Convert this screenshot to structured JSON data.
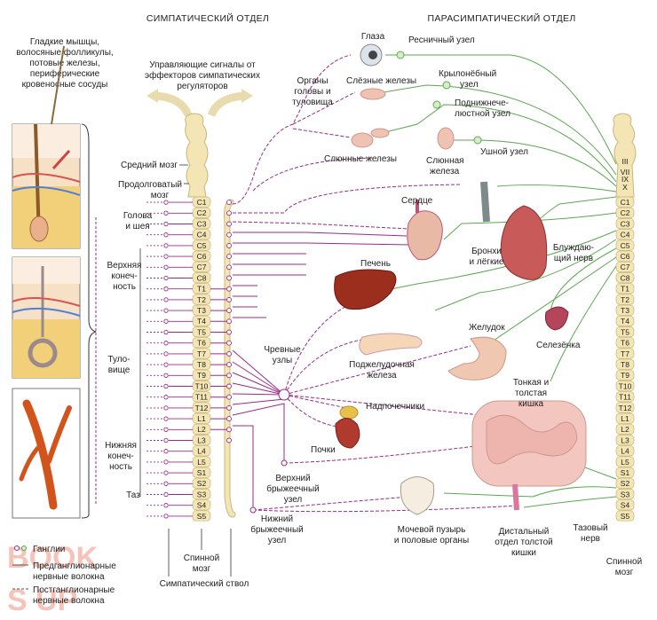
{
  "headers": {
    "sympathetic": "СИМПАТИЧЕСКИЙ ОТДЕЛ",
    "parasympathetic": "ПАРАСИМПАТИЧЕСКИЙ ОТДЕЛ"
  },
  "labels": {
    "smooth_muscles": [
      "Гладкие мышцы,",
      "волосяные фолликулы,",
      "потовые железы,",
      "периферические",
      "кровеносные сосуды"
    ],
    "control_signals": [
      "Управляющие сигналы от",
      "эффекторов симпатических",
      "регуляторов"
    ],
    "midbrain": "Средний мозг",
    "medulla": [
      "Продолговатый",
      "мозг"
    ],
    "head_neck": [
      "Голова",
      "и шея"
    ],
    "upper_limb": [
      "Верхняя",
      "конеч-",
      "ность"
    ],
    "trunk": [
      "Туло-",
      "вище"
    ],
    "lower_limb": [
      "Нижняя",
      "конеч-",
      "ность"
    ],
    "pelvis": "Таз",
    "spinal_cord_left": [
      "Спинной",
      "мозг"
    ],
    "sympathetic_trunk": "Симпатический ствол",
    "celiac": [
      "Чревные",
      "узлы"
    ],
    "sup_mesenteric": [
      "Верхний",
      "брыжеечный",
      "узел"
    ],
    "inf_mesenteric": [
      "Нижний",
      "брыжеечный",
      "узел"
    ],
    "head_organs": [
      "Органы",
      "головы и",
      "туловища"
    ],
    "eyes": "Глаза",
    "ciliary": "Ресничный узел",
    "lacrimal": "Слёзные железы",
    "pterygo": [
      "Крылонёбный",
      "узел"
    ],
    "submandibular": [
      "Поднижнече-",
      "люстной узел"
    ],
    "salivary": "Слюнные железы",
    "salivary2": [
      "Слюнная",
      "железа"
    ],
    "otic": "Ушной узел",
    "heart": "Сердце",
    "bronchi": [
      "Бронхи",
      "и лёгкие"
    ],
    "vagus": [
      "Блуждаю-",
      "щий нерв"
    ],
    "liver": "Печень",
    "stomach": "Желудок",
    "spleen": "Селезёнка",
    "pancreas": [
      "Поджелудочная",
      "железа"
    ],
    "intestine": [
      "Тонкая и",
      "толстая",
      "кишка"
    ],
    "adrenal": "Надпочечники",
    "kidneys": "Почки",
    "bladder": [
      "Мочевой пузырь",
      "и половые органы"
    ],
    "distal": [
      "Дистальный",
      "отдел толстой",
      "кишки"
    ],
    "pelvic_nerve": [
      "Тазовый",
      "нерв"
    ],
    "spinal_cord_right": [
      "Спинной",
      "мозг"
    ]
  },
  "legend": {
    "ganglia": "Ганглии",
    "pre": [
      "Предганглионарные",
      "нервные волокна"
    ],
    "post": [
      "Постганглионарные",
      "нервные волокна"
    ]
  },
  "watermark": "BOOK",
  "segments": [
    "C1",
    "C2",
    "C3",
    "C4",
    "C5",
    "C6",
    "C7",
    "C8",
    "T1",
    "T2",
    "T3",
    "T4",
    "T5",
    "T6",
    "T7",
    "T8",
    "T9",
    "T10",
    "T11",
    "T12",
    "L1",
    "L2",
    "L3",
    "L4",
    "L5",
    "S1",
    "S2",
    "S3",
    "S4",
    "S5"
  ],
  "cranial_nerves": [
    "III",
    "VII",
    "IX",
    "X"
  ],
  "colors": {
    "sympathetic": "#9b2a8a",
    "parasympathetic": "#5aa84e",
    "spine": "#f3e6b4",
    "spine_stroke": "#c9b57c"
  }
}
